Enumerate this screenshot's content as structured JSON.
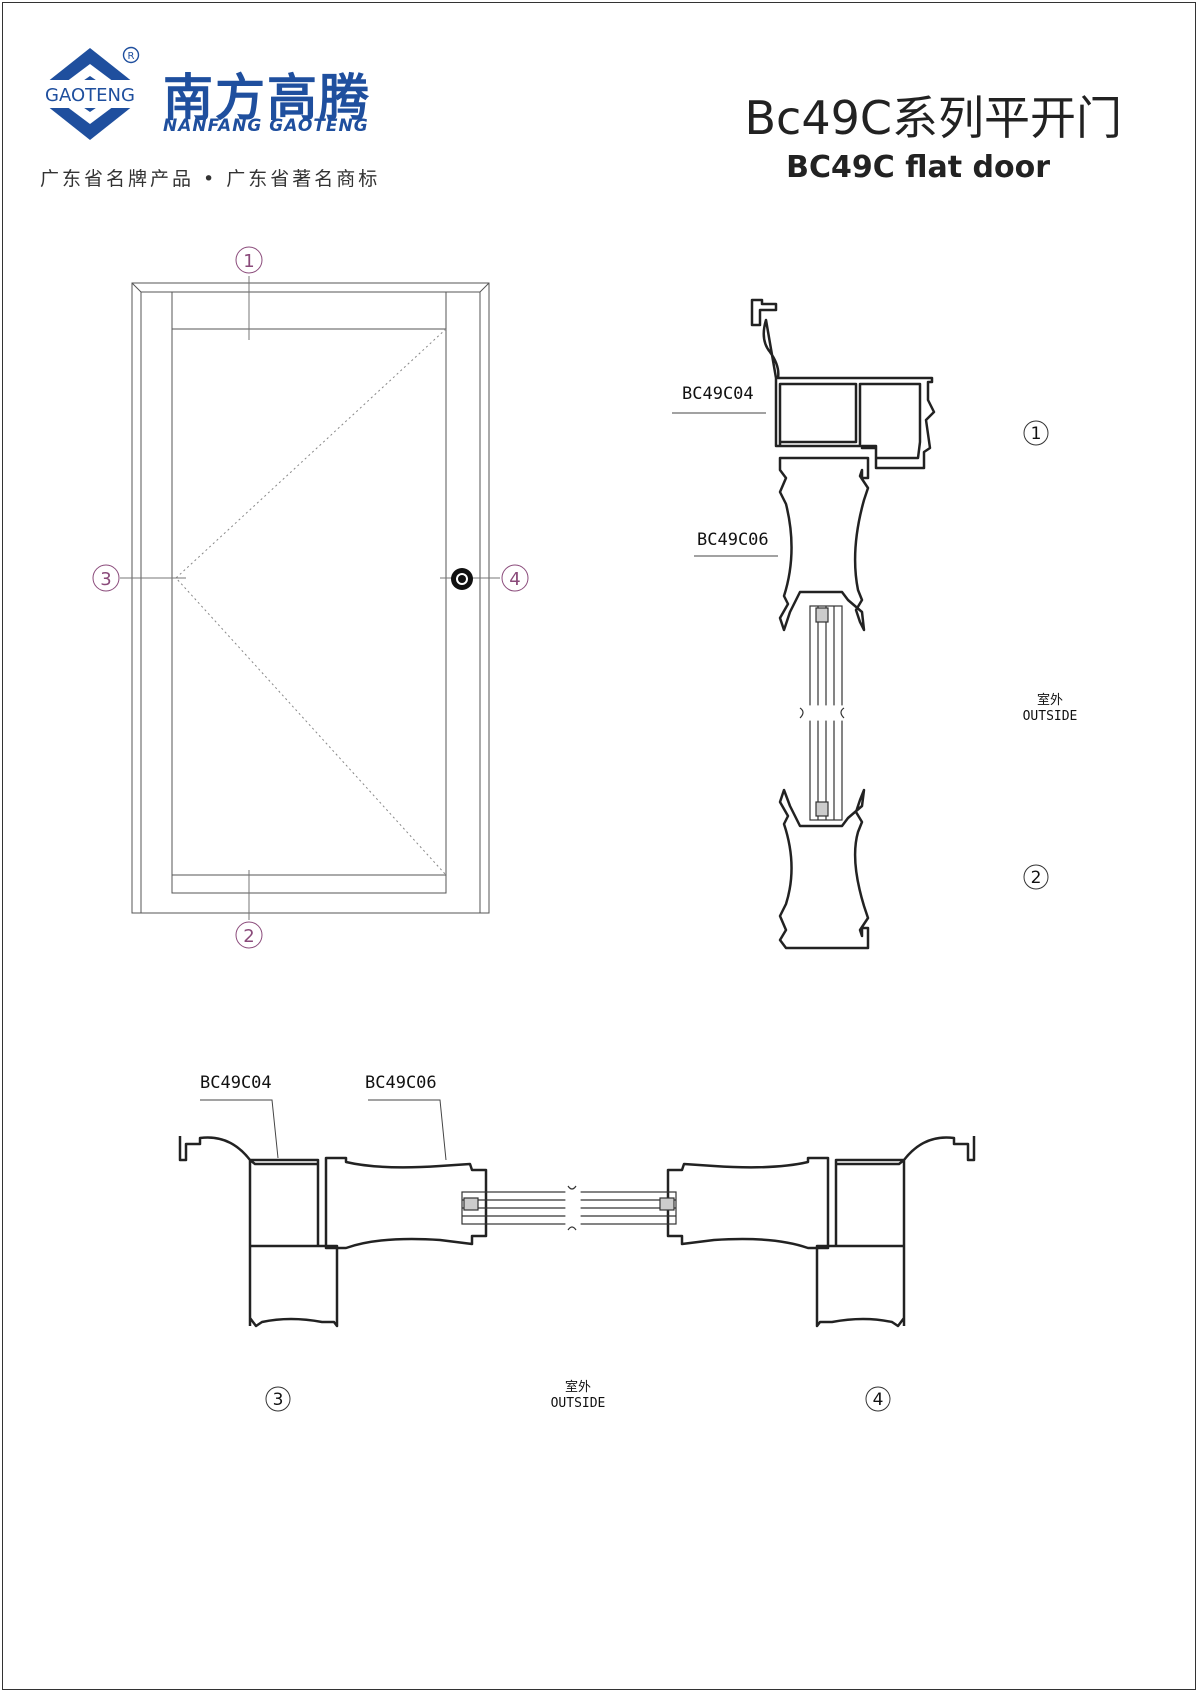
{
  "brand": {
    "logo_text": "GAOTENG",
    "registered_mark": "R",
    "name_cn": "南方高腾",
    "name_en": "NANFANG GAOTENG",
    "slogan": "广东省名牌产品 • 广东省著名商标",
    "color": "#1f4f9e"
  },
  "title": {
    "cn": "Bc49C系列平开门",
    "en": "BC49C flat door"
  },
  "elevation": {
    "markers": [
      "1",
      "2",
      "3",
      "4"
    ],
    "marker_color": "#8a4a7a"
  },
  "section_vertical": {
    "labels": [
      "BC49C04",
      "BC49C06"
    ],
    "markers": [
      "1",
      "2"
    ],
    "outside_cn": "室外",
    "outside_en": "OUTSIDE"
  },
  "section_horizontal": {
    "labels": [
      "BC49C04",
      "BC49C06"
    ],
    "markers": [
      "3",
      "4"
    ],
    "outside_cn": "室外",
    "outside_en": "OUTSIDE"
  }
}
